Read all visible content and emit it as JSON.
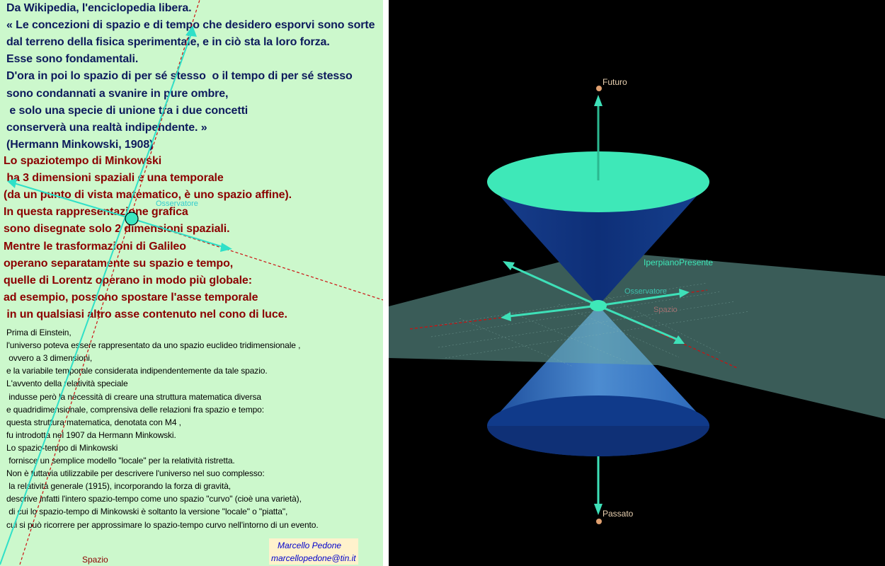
{
  "quote": {
    "lines": [
      "Da Wikipedia, l'enciclopedia libera.",
      "« Le concezioni di spazio e di tempo che desidero esporvi sono sorte",
      "dal terreno della fisica sperimentale, e in ciò sta la loro forza.",
      "Esse sono fondamentali.",
      "D'ora in poi lo spazio di per sé stesso  o il tempo di per sé stesso",
      "sono condannati a svanire in pure ombre,",
      " e solo una specie di unione tra i due concetti",
      "conserverà una realtà indipendente. »",
      "(Hermann Minkowski, 1908)"
    ]
  },
  "explanation": {
    "lines": [
      "Lo spaziotempo di Minkowski",
      " ha 3 dimensioni spaziali e una temporale",
      "(da un punto di vista matematico, è uno spazio affine).",
      "In questa rappresentazione grafica",
      "sono disegnate solo 2 dimensioni spaziali.",
      "Mentre le trasformazioni di Galileo",
      "operano separatamente su spazio e tempo,",
      "quelle di Lorentz operano in modo più globale:",
      "ad esempio, possono spostare l'asse temporale",
      " in un qualsiasi altro asse contenuto nel cono di luce."
    ]
  },
  "history": {
    "lines": [
      "Prima di Einstein,",
      "l'universo poteva essere rappresentato da uno spazio euclideo tridimensionale ,",
      " ovvero a 3 dimensioni,",
      "e la variabile temporale considerata indipendentemente da tale spazio.",
      "L'avvento della relatività speciale",
      " indusse però la necessità di creare una struttura matematica diversa",
      "e quadridimensionale, comprensiva delle relazioni fra spazio e tempo:",
      "questa struttura matematica, denotata con M4 ,",
      "fu introdotta nel 1907 da Hermann Minkowski.",
      "Lo spazio-tempo di Minkowski",
      " fornisce un semplice modello \"locale\" per la relatività ristretta.",
      "Non è tuttavia utilizzabile per descrivere l'universo nel suo complesso:",
      " la relatività generale (1915), incorporando la forza di gravità,",
      "descrive infatti l'intero spazio-tempo come uno spazio \"curvo\" (cioè una varietà),",
      " di cui lo spazio-tempo di Minkowski è soltanto la versione \"locale\" o \"piatta\",",
      "cui si può ricorrere per approssimare lo spazio-tempo curvo nell'intorno di un evento."
    ]
  },
  "labels2d": {
    "observer": "Osservatore",
    "space": "Spazio"
  },
  "credit": {
    "name": "Marcello Pedone",
    "email": "marcellopedone@tin.it"
  },
  "labels3d": {
    "future": "Futuro",
    "past": "Passato",
    "present_plane": "IperpianoPresente",
    "observer": "Osservatore",
    "space": "Spazio"
  },
  "colors": {
    "left_bg": "#ccf8cc",
    "quote_text": "#0d1a5c",
    "explanation_text": "#8b0000",
    "cone_top": "#3ee8b8",
    "cone_body": "#0f3380",
    "axis_arrow": "#3ee0b8",
    "plane": "#6aa8a0"
  }
}
